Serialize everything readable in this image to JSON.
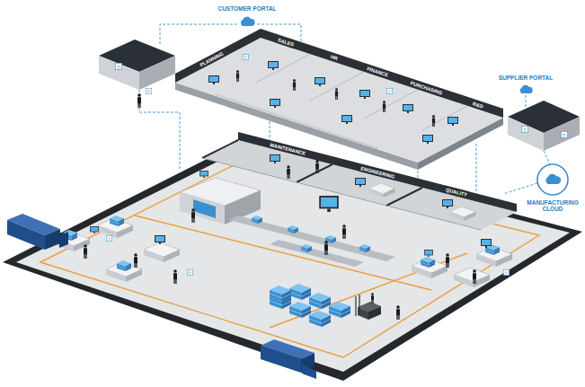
{
  "diagram": {
    "nodes": [
      {
        "text": [
          "CUSTOMER PORTAL"
        ]
      },
      {
        "text": [
          "SUPPLIER PORTAL"
        ]
      },
      {
        "text": [
          "MANUFACTURING CLOUD"
        ]
      }
    ],
    "labels": [
      "PLANNING",
      "SALES",
      "HR",
      "FINANCE",
      "PURCHASING",
      "R&D",
      "MAINTENANCE",
      "ENGINEERING",
      "QUALITY"
    ]
  }
}
